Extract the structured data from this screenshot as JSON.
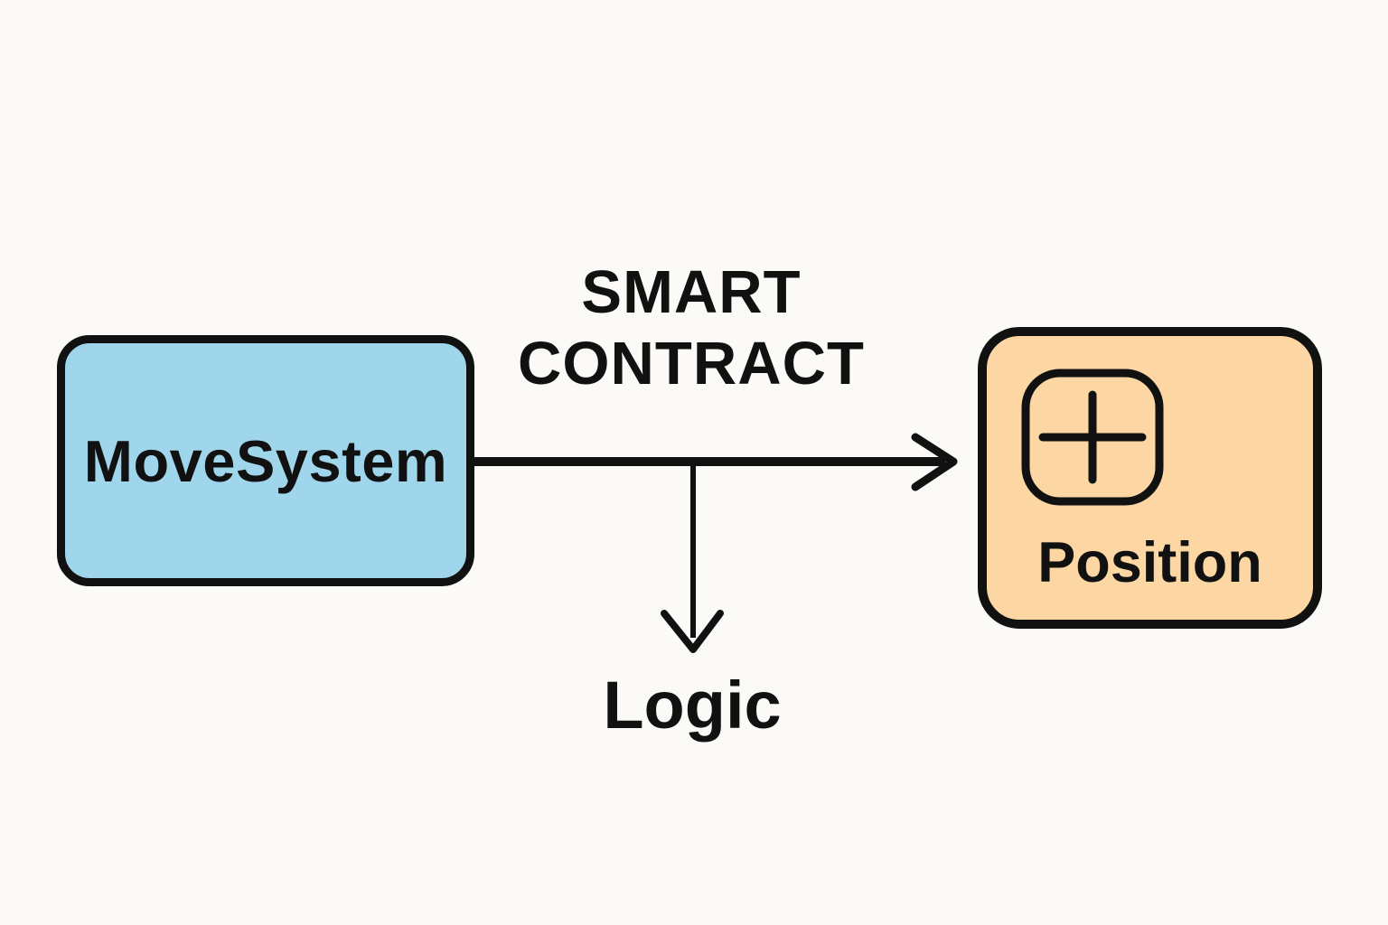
{
  "diagram": {
    "background_color": "#fbfaf6",
    "stroke_color": "#111111",
    "nodes": {
      "move_system": {
        "label": "MoveSystem",
        "fill_color": "#a0d6ec"
      },
      "position": {
        "label": "Position",
        "icon": "plus-icon",
        "fill_color": "#fcd7a3"
      }
    },
    "labels": {
      "arrow_title_line1": "SMART",
      "arrow_title_line2": "CONTRACT",
      "branch_label": "Logic"
    },
    "connections": [
      {
        "from": "MoveSystem",
        "to": "Position",
        "label": "SMART CONTRACT",
        "type": "arrow"
      },
      {
        "from": "MoveSystem-Position arrow",
        "to": "Logic",
        "type": "branch-arrow"
      }
    ]
  }
}
